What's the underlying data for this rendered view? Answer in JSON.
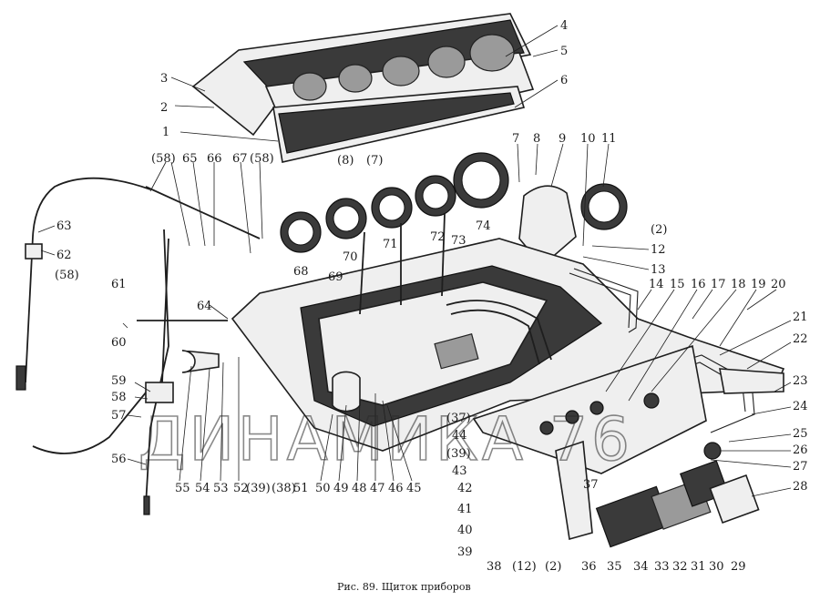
{
  "caption": "Рис. 89. Щиток приборов",
  "watermark": "ДИНАМИКА 76",
  "callouts": {
    "n1": "1",
    "n2": "2",
    "n3": "3",
    "n4": "4",
    "n5": "5",
    "n6": "6",
    "n7": "7",
    "n8": "8",
    "n9": "9",
    "n10": "10",
    "n11": "11",
    "n12": "12",
    "n13": "13",
    "n14": "14",
    "n15": "15",
    "n16": "16",
    "n17": "17",
    "n18": "18",
    "n19": "19",
    "n20": "20",
    "n21": "21",
    "n22": "22",
    "n23": "23",
    "n24": "24",
    "n25": "25",
    "n26": "26",
    "n27": "27",
    "n28": "28",
    "n29": "29",
    "n30": "30",
    "n31": "31",
    "n32": "32",
    "n33": "33",
    "n34": "34",
    "n35": "35",
    "n36": "36",
    "n37": "37",
    "n38": "38",
    "n39": "39",
    "n40": "40",
    "n41": "41",
    "n42": "42",
    "n43": "43",
    "n44": "44",
    "n45": "45",
    "n46": "46",
    "n47": "47",
    "n48": "48",
    "n49": "49",
    "n50": "50",
    "n51": "51",
    "n52": "52",
    "n53": "53",
    "n54": "54",
    "n55": "55",
    "n56": "56",
    "n57": "57",
    "n58": "58",
    "n59": "59",
    "n60": "60",
    "n61": "61",
    "n62": "62",
    "n63": "63",
    "n64": "64",
    "n65": "65",
    "n66": "66",
    "n67": "67",
    "n68": "68",
    "n69": "69",
    "n70": "70",
    "n71": "71",
    "n72": "72",
    "n73": "73",
    "n74": "74",
    "p58a": "(58)",
    "p58b": "(58)",
    "p58c": "(58)",
    "p8": "(8)",
    "p7": "(7)",
    "p2a": "(2)",
    "p2b": "(2)",
    "p37": "(37)",
    "p39a": "(39)",
    "p39b": "(39)",
    "p38": "(38)",
    "p12": "(12)"
  }
}
